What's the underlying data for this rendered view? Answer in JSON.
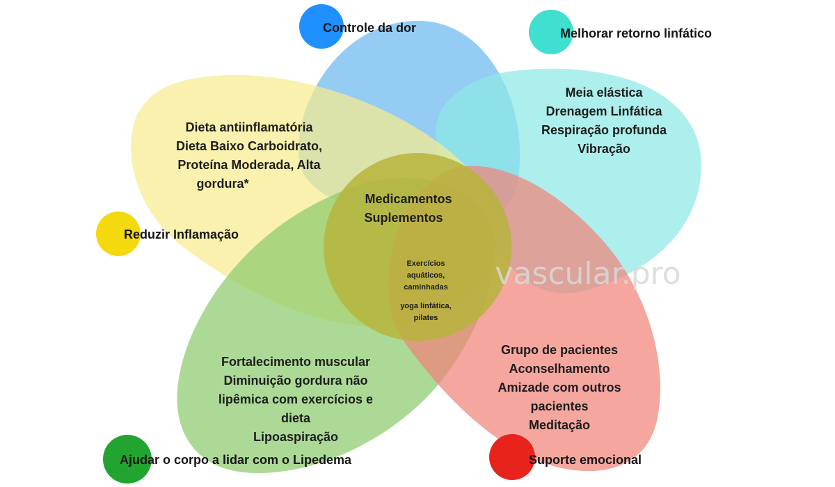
{
  "colors": {
    "blue": "#1e90ff",
    "cyan": "#3fe0d0",
    "yellow": "#f5d90f",
    "green": "#21a530",
    "red": "#e8231b",
    "blue_petal": "#6cb8f0",
    "cyan_petal": "#8ee9e4",
    "yellow_petal": "#f7ec8e",
    "green_petal": "#8ccc6e",
    "red_petal": "#f0837a",
    "center": "#b6b43c"
  },
  "legend": {
    "blue": "Controle da dor",
    "cyan": "Melhorar retorno linfático",
    "yellow": "Reduzir Inflamação",
    "green": "Ajudar o corpo a lidar com o Lipedema",
    "red": "Suporte emocional"
  },
  "petals": {
    "cyan": [
      "Meia elástica",
      "Drenagem Linfática",
      "Respiração profunda",
      "Vibração"
    ],
    "yellow": [
      "Dieta antiinflamatória",
      "Dieta Baixo Carboidrato,",
      "Proteína Moderada, Alta",
      "gordura*"
    ],
    "green": [
      "Fortalecimento muscular",
      "Diminuição gordura não",
      "lipêmica com exercícios e",
      "dieta",
      "Lipoaspiração"
    ],
    "red": [
      "Grupo de pacientes",
      "Aconselhamento",
      "Amizade com outros",
      "pacientes",
      "Meditação"
    ]
  },
  "center": {
    "main": [
      "Medicamentos",
      "Suplementos"
    ],
    "small": [
      "Exercícios",
      "aquáticos,",
      "caminhadas",
      "yoga linfática,",
      "pilates"
    ]
  },
  "watermark": "vascular.pro"
}
